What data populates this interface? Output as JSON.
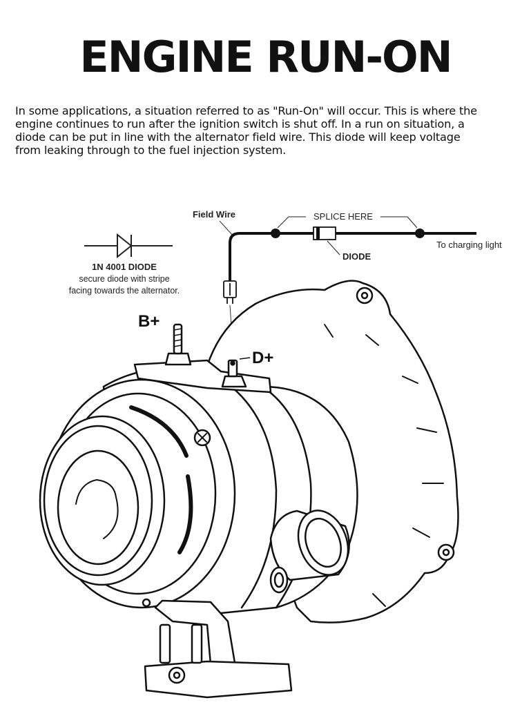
{
  "title": "ENGINE RUN-ON",
  "intro_lines": [
    "In some applications, a situation referred to as \"Run-On\" will occur. This is where the",
    "engine continues to run after the ignition switch is shut off.  In a run on situation, a",
    "diode can be put in line with the alternator field wire.  This diode will keep voltage",
    "from leaking through to the fuel injection system."
  ],
  "diagram": {
    "field_wire_label": "Field Wire",
    "splice_label": "SPLICE HERE",
    "diode_label": "DIODE",
    "charging_light_label": "To charging light",
    "diode_part_label": "1N 4001 DIODE",
    "diode_note_lines": [
      "secure diode with stripe",
      "facing towards the alternator."
    ],
    "b_plus_label": "B+",
    "d_plus_label": "D+"
  }
}
